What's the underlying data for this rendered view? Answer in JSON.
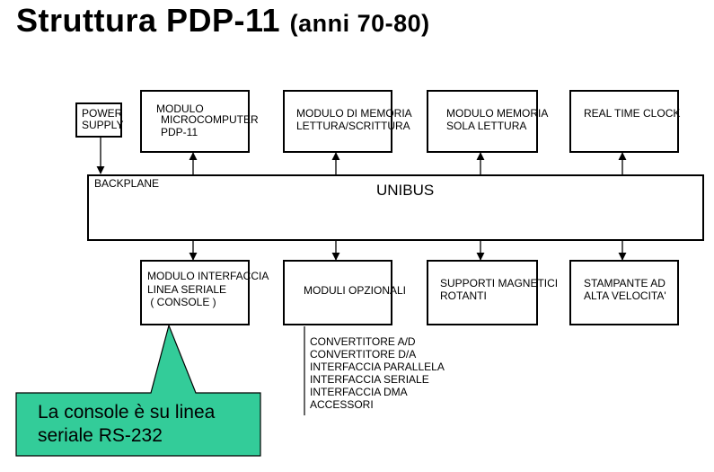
{
  "title": {
    "main": "Struttura PDP-11",
    "sub": "(anni 70-80)"
  },
  "top_modules": {
    "power_supply": [
      "POWER",
      "SUPPLY"
    ],
    "micro": [
      "MODULO",
      "MICROCOMPUTER",
      "PDP-11"
    ],
    "rw_memory": [
      "MODULO DI MEMORIA",
      "LETTURA/SCRITTURA"
    ],
    "ro_memory": [
      "MODULO MEMORIA",
      "SOLA LETTURA"
    ],
    "clock": [
      "REAL TIME CLOCK"
    ]
  },
  "backplane": {
    "label": "BACKPLANE",
    "bus": "UNIBUS"
  },
  "bottom_modules": {
    "serial": [
      "MODULO INTERFACCIA",
      "LINEA SERIALE",
      " ( CONSOLE )"
    ],
    "optional": [
      "MODULI OPZIONALI"
    ],
    "magnetic": [
      "SUPPORTI MAGNETICI",
      "ROTANTI"
    ],
    "printer": [
      "STAMPANTE AD",
      "ALTA VELOCITA'"
    ]
  },
  "optional_list": [
    "CONVERTITORE A/D",
    "CONVERTITORE D/A",
    "INTERFACCIA PARALLELA",
    "INTERFACCIA SERIALE",
    "INTERFACCIA DMA",
    "ACCESSORI"
  ],
  "callout": {
    "lines": [
      "La console è su linea",
      "seriale RS-232"
    ],
    "fill": "#33cc99"
  }
}
